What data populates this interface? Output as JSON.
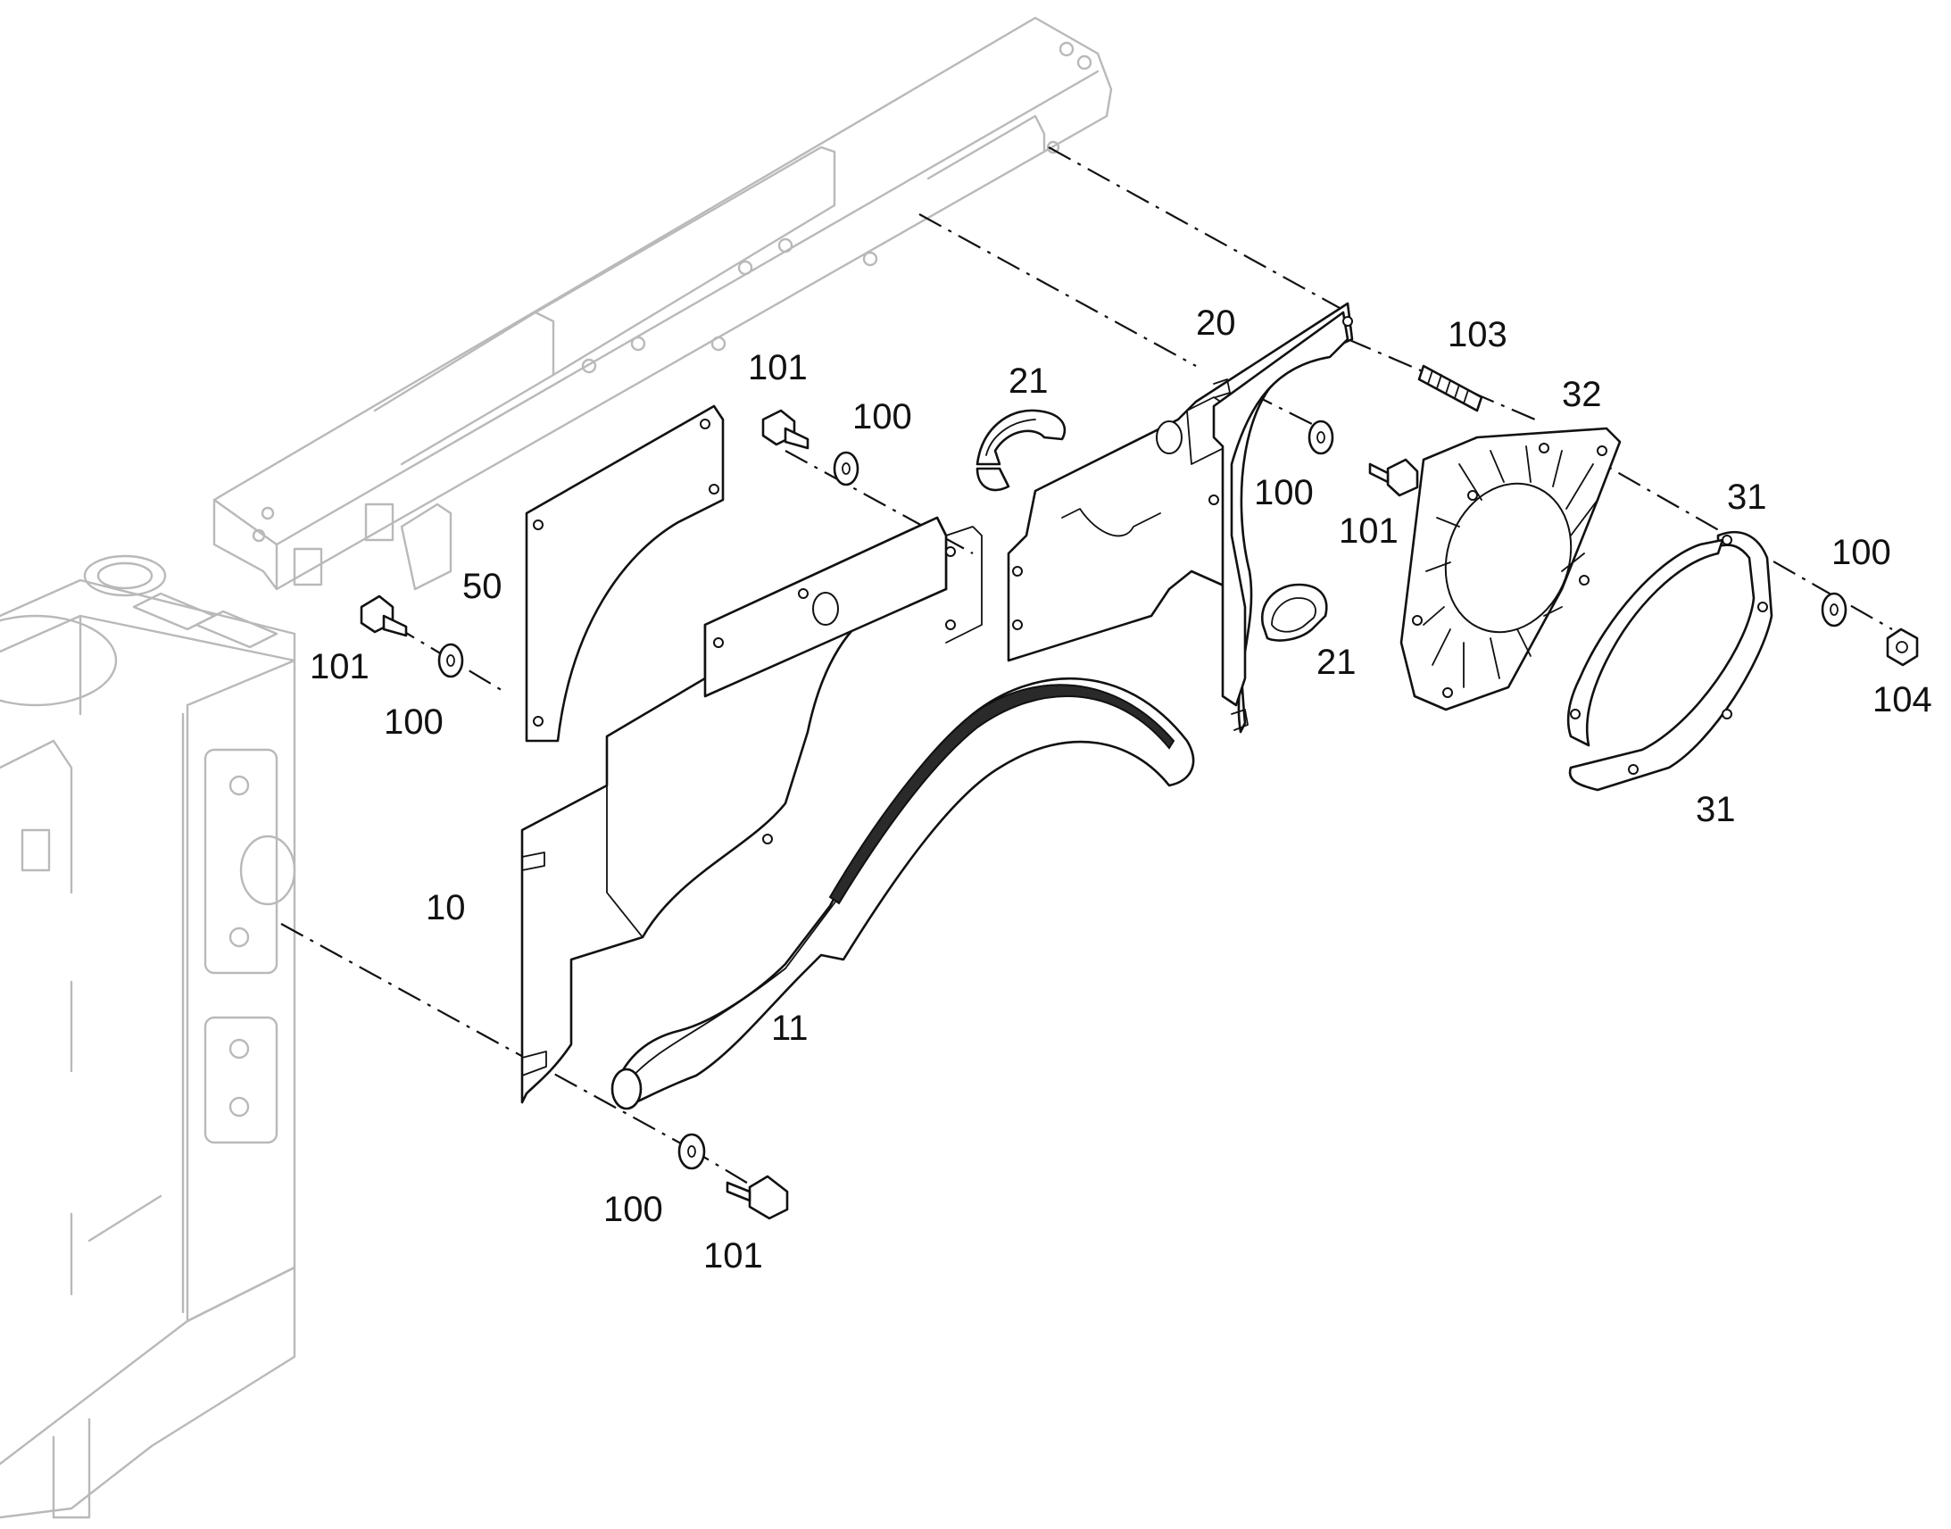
{
  "callouts": [
    {
      "key": "c10",
      "label": "10"
    },
    {
      "key": "c11",
      "label": "11"
    },
    {
      "key": "c20",
      "label": "20"
    },
    {
      "key": "c21a",
      "label": "21"
    },
    {
      "key": "c21b",
      "label": "21"
    },
    {
      "key": "c31a",
      "label": "31"
    },
    {
      "key": "c31b",
      "label": "31"
    },
    {
      "key": "c32",
      "label": "32"
    },
    {
      "key": "c50",
      "label": "50"
    },
    {
      "key": "c100a",
      "label": "100"
    },
    {
      "key": "c100b",
      "label": "100"
    },
    {
      "key": "c100c",
      "label": "100"
    },
    {
      "key": "c100d",
      "label": "100"
    },
    {
      "key": "c100e",
      "label": "100"
    },
    {
      "key": "c101a",
      "label": "101"
    },
    {
      "key": "c101b",
      "label": "101"
    },
    {
      "key": "c101c",
      "label": "101"
    },
    {
      "key": "c101d",
      "label": "101"
    },
    {
      "key": "c103",
      "label": "103"
    },
    {
      "key": "c104",
      "label": "104"
    }
  ]
}
